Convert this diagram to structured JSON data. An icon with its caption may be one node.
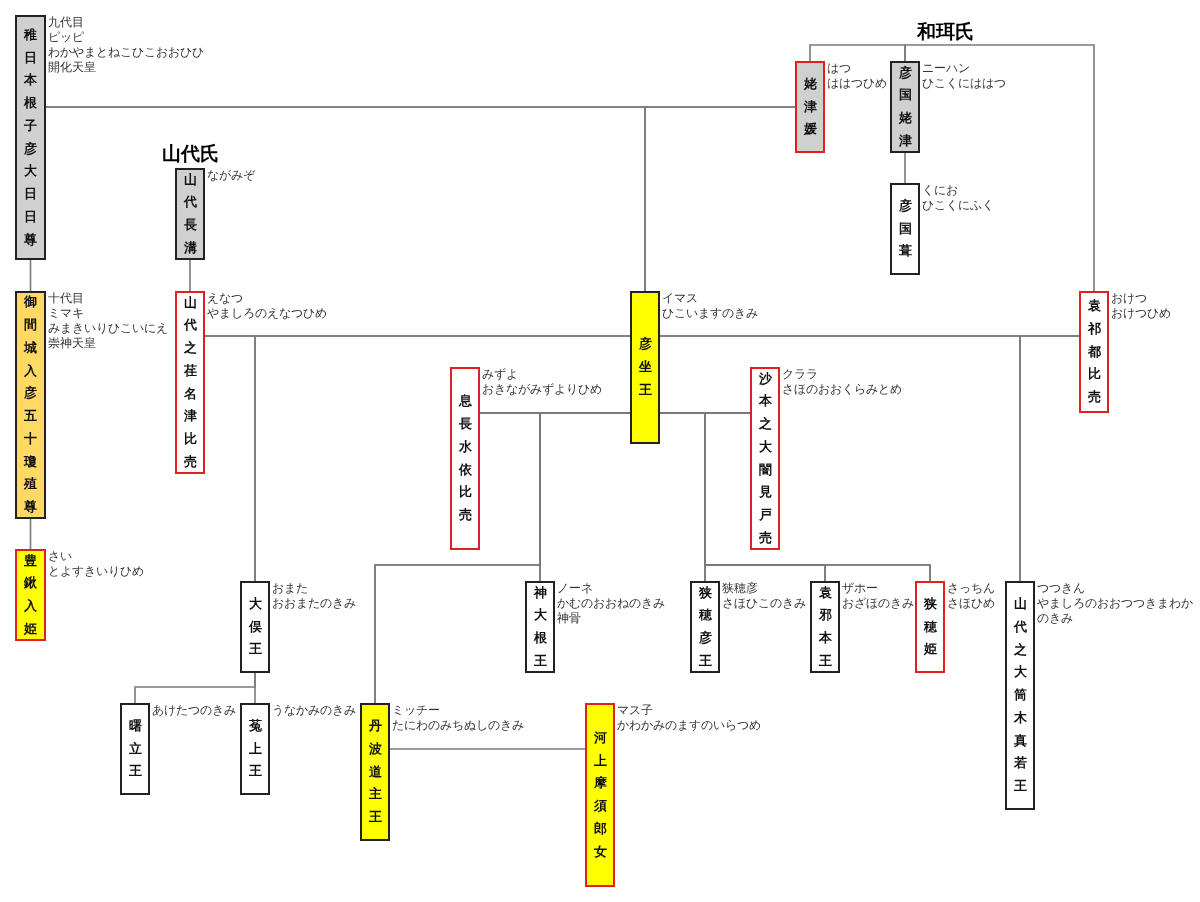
{
  "diagram": {
    "nodes": [
      {
        "text": [
          "稚日本根子彦大日日尊"
        ],
        "beside": [
          "九代目",
          "ピッピ",
          "わかやまとねこひこおおひひ",
          "開化天皇"
        ]
      },
      {
        "text": [
          "御間城入彦五十瓊殖尊"
        ],
        "beside": [
          "十代目",
          "ミマキ",
          "みまきいりひこいにえ",
          "崇神天皇"
        ]
      },
      {
        "text": [
          "豊鍬入姫"
        ],
        "beside": [
          "さい",
          "とよすきいりひめ"
        ]
      },
      {
        "text": [
          "山代長溝"
        ],
        "beside": [
          "ながみぞ"
        ]
      },
      {
        "text": [
          "山代之荏名津比売"
        ],
        "beside": [
          "えなつ",
          "やましろのえなつひめ"
        ]
      },
      {
        "text": [
          "姥津媛"
        ],
        "beside": [
          "はつ",
          "ははつひめ"
        ]
      },
      {
        "text": [
          "彦国姥津"
        ],
        "beside": [
          "ニーハン",
          "ひこくにははつ"
        ]
      },
      {
        "text": [
          "彦国葺"
        ],
        "beside": [
          "くにお",
          "ひこくにふく"
        ]
      },
      {
        "text": [
          "彦坐王"
        ],
        "beside": [
          "イマス",
          "ひこいますのきみ"
        ]
      },
      {
        "text": [
          "袁祁都比売"
        ],
        "beside": [
          "おけつ",
          "おけつひめ"
        ]
      },
      {
        "text": [
          "息長水依比売"
        ],
        "beside": [
          "みずよ",
          "おきながみずよりひめ"
        ]
      },
      {
        "text": [
          "沙本之大闇見戸売"
        ],
        "beside": [
          "クララ",
          "さほのおおくらみとめ"
        ]
      },
      {
        "text": [
          "山代之大筒木真若王"
        ],
        "beside": [
          "つつきん",
          "やましろのおおつつきまわかのきみ"
        ]
      },
      {
        "text": [
          "大俣王"
        ],
        "beside": [
          "おまた",
          "おおまたのきみ"
        ]
      },
      {
        "text": [
          "曙立王"
        ],
        "beside": [
          "あけたつのきみ"
        ]
      },
      {
        "text": [
          "菟上王"
        ],
        "beside": [
          "うなかみのきみ"
        ]
      },
      {
        "text": [
          "丹波道主王"
        ],
        "beside": [
          "ミッチー",
          "たにわのみちぬしのきみ"
        ]
      },
      {
        "text": [
          "神大根王"
        ],
        "beside": [
          "ノーネ",
          "かむのおおねのきみ",
          "神骨"
        ]
      },
      {
        "text": [
          "狭穂彦王"
        ],
        "beside": [
          "狭穂彦",
          "さほひこのきみ"
        ]
      },
      {
        "text": [
          "袁邪本王"
        ],
        "beside": [
          "ザホー",
          "おざほのきみ"
        ]
      },
      {
        "text": [
          "狭穂姫"
        ],
        "beside": [
          "さっちん",
          "さほひめ"
        ]
      },
      {
        "text": [
          "河上摩須郎女"
        ],
        "beside": [
          "マス子",
          "かわかみのますのいらつめ"
        ]
      }
    ],
    "edges": [
      {
        "from": 0,
        "to": 1,
        "arrow": "none"
      },
      {
        "from": 1,
        "to": 2,
        "arrow": "none"
      },
      {
        "from": 3,
        "to": 4,
        "arrow": "none"
      },
      {
        "from": 5,
        "to": 6,
        "arrow": "none"
      },
      {
        "from": 6,
        "to": 9,
        "arrow": "none"
      },
      {
        "from": 6,
        "to": 7,
        "arrow": "none"
      },
      {
        "from": 0,
        "to": 5,
        "arrow": "none"
      },
      {
        "from": 0,
        "to": 8,
        "arrow": "none"
      },
      {
        "from": 5,
        "to": 8,
        "arrow": "none"
      },
      {
        "from": 4,
        "to": 8,
        "arrow": "none"
      },
      {
        "from": 4,
        "to": 13,
        "arrow": "none"
      },
      {
        "from": 8,
        "to": 13,
        "arrow": "none"
      },
      {
        "from": 8,
        "to": 9,
        "arrow": "none"
      },
      {
        "from": 8,
        "to": 12,
        "arrow": "none"
      },
      {
        "from": 9,
        "to": 12,
        "arrow": "none"
      },
      {
        "from": 10,
        "to": 8,
        "arrow": "none"
      },
      {
        "from": 10,
        "to": 17,
        "arrow": "none"
      },
      {
        "from": 8,
        "to": 17,
        "arrow": "none"
      },
      {
        "from": 10,
        "to": 16,
        "arrow": "none"
      },
      {
        "from": 8,
        "to": 16,
        "arrow": "none"
      },
      {
        "from": 8,
        "to": 11,
        "arrow": "none"
      },
      {
        "from": 8,
        "to": 18,
        "arrow": "none"
      },
      {
        "from": 11,
        "to": 18,
        "arrow": "none"
      },
      {
        "from": 8,
        "to": 19,
        "arrow": "none"
      },
      {
        "from": 11,
        "to": 19,
        "arrow": "none"
      },
      {
        "from": 8,
        "to": 20,
        "arrow": "none"
      },
      {
        "from": 11,
        "to": 20,
        "arrow": "none"
      },
      {
        "from": 13,
        "to": 14,
        "arrow": "none"
      },
      {
        "from": 13,
        "to": 15,
        "arrow": "none"
      },
      {
        "from": 16,
        "to": 21,
        "arrow": "none"
      }
    ],
    "labels": [
      "和珥氏",
      "山代氏"
    ]
  }
}
